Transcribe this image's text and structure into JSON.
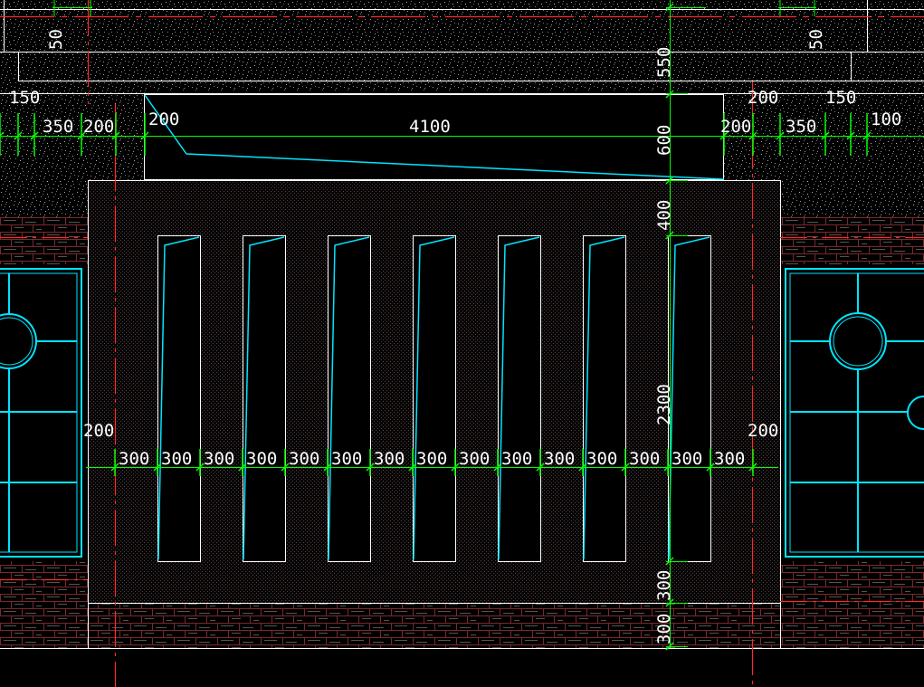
{
  "drawing": {
    "colors": {
      "background": "#000000",
      "outline": "#ffffff",
      "dimension": "#00ff00",
      "centerline": "#ff0000",
      "detail": "#00e5ff",
      "hatch_speckle": "#9a9a9a",
      "hatch_brick": "#8a2f2f"
    },
    "dimensions": {
      "top_left_50": "50",
      "top_right_50": "50",
      "top_550": "550",
      "left_150": "150",
      "right_150": "150",
      "left_350": "350",
      "left_200": "200",
      "slope_200": "200",
      "span_4100": "4100",
      "top_600": "600",
      "right_200_top": "200",
      "right_200_mid": "200",
      "right_350": "350",
      "right_100": "100",
      "vert_400": "400",
      "vert_2300": "2300",
      "left_200_mid": "200",
      "right_200_side": "200",
      "vert_300_a": "300",
      "vert_300_b": "300",
      "row_300": [
        "300",
        "300",
        "300",
        "300",
        "300",
        "300",
        "300",
        "300",
        "300",
        "300",
        "300",
        "300",
        "300",
        "300",
        "300"
      ]
    }
  }
}
